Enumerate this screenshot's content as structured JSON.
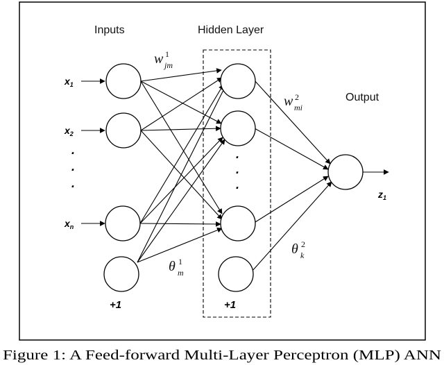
{
  "diagram": {
    "layer_titles": {
      "inputs": "Inputs",
      "hidden": "Hidden Layer",
      "output": "Output"
    },
    "input_labels": {
      "x1_base": "x",
      "x1_sub": "1",
      "x2_base": "x",
      "x2_sub": "2",
      "xn_base": "x",
      "xn_sub": "n"
    },
    "output_label": {
      "base": "z",
      "sub": "1"
    },
    "bias_labels": {
      "input_bias": "+1",
      "hidden_bias": "+1"
    },
    "weights": {
      "w_jm": {
        "base": "w",
        "sup": "1",
        "sub": "jm"
      },
      "w_mi": {
        "base": "w",
        "sup": "2",
        "sub": "mi"
      },
      "theta_m": {
        "base": "θ",
        "sup": "1",
        "sub": "m"
      },
      "theta_k": {
        "base": "θ",
        "sup": "2",
        "sub": "k"
      }
    },
    "ellipsis_dot": "."
  },
  "caption": "Figure 1: A Feed-forward Multi-Layer Perceptron (MLP) ANN"
}
